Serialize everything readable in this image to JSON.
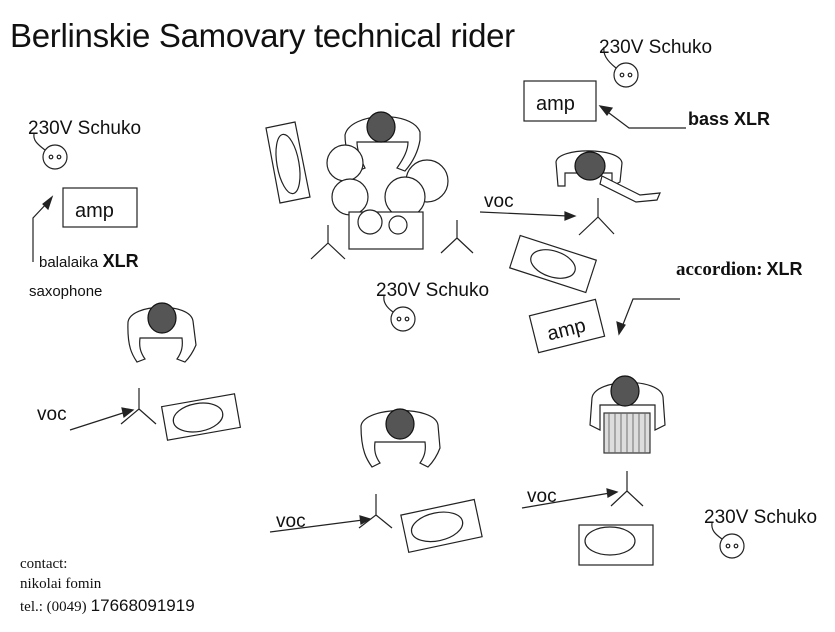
{
  "title": "Berlinskie Samovary  technical rider",
  "power": {
    "top_right": "230V Schuko",
    "left": "230V Schuko",
    "center": "230V Schuko",
    "bottom_right": "230V Schuko"
  },
  "amps": {
    "bass": "amp",
    "balalaika": "amp",
    "accordion": "amp"
  },
  "inputs": {
    "bass": "bass",
    "bass_xlr": "XLR",
    "balalaika": "balalaika",
    "balalaika_xlr": "XLR",
    "saxophone": "saxophone",
    "accordion": "accordion:",
    "accordion_xlr": "XLR"
  },
  "vocals": {
    "left": "voc",
    "bass": "voc",
    "center": "voc",
    "accordion": "voc"
  },
  "contact": {
    "label": "contact:",
    "name": "nikolai fomin",
    "phone_prefix": "tel.: (0049)",
    "phone_number": "17668091919"
  }
}
